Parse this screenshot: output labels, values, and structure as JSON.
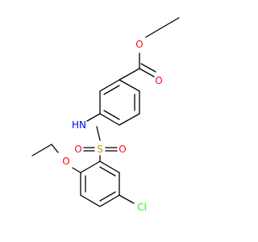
{
  "molecule": {
    "atoms": [
      {
        "id": "o_ether",
        "text": "O",
        "color": "#ff0d0d"
      },
      {
        "id": "o_carbonyl",
        "text": "O",
        "color": "#ff0d0d"
      },
      {
        "id": "n_amide",
        "text": "HN",
        "color": "#0000ff"
      },
      {
        "id": "s_sulfonyl",
        "text": "S",
        "color": "#b3a100"
      },
      {
        "id": "o_sulfonyl_left",
        "text": "O",
        "color": "#ff0d0d"
      },
      {
        "id": "o_sulfonyl_right",
        "text": "O",
        "color": "#ff0d0d"
      },
      {
        "id": "o_ethoxy",
        "text": "O",
        "color": "#ff0d0d"
      },
      {
        "id": "cl",
        "text": "Cl",
        "color": "#1ff01f"
      }
    ],
    "bond_color": "#000000"
  }
}
